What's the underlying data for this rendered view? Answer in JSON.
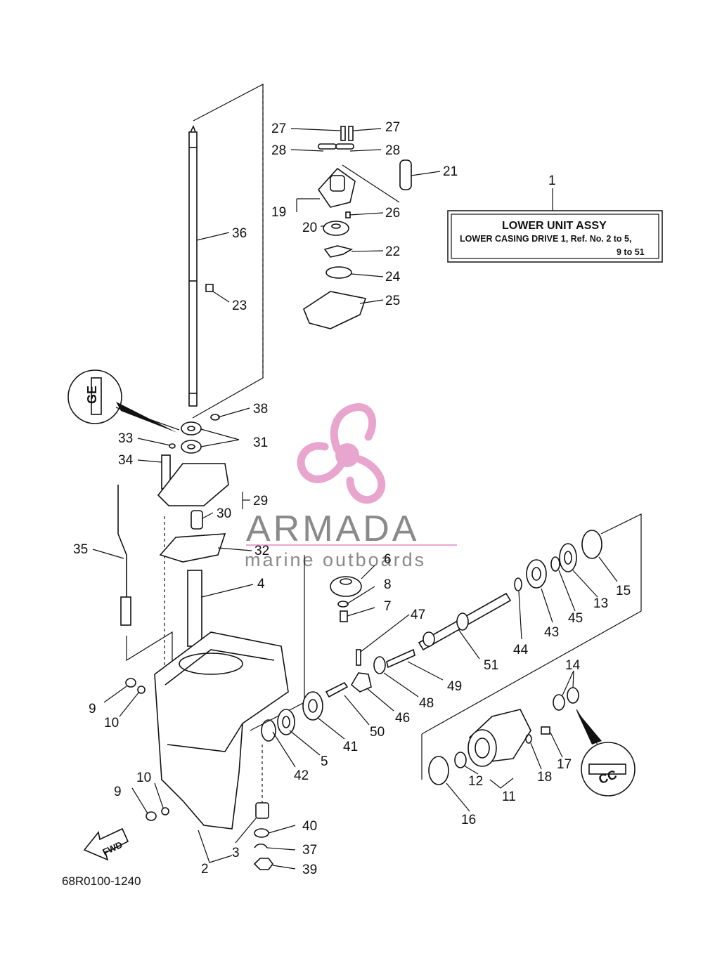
{
  "labels": {
    "p1": "1",
    "p2": "2",
    "p3": "3",
    "p4": "4",
    "p5": "5",
    "p6": "6",
    "p7": "7",
    "p8": "8",
    "p9a": "9",
    "p9b": "9",
    "p10a": "10",
    "p10b": "10",
    "p11": "11",
    "p12": "12",
    "p13": "13",
    "p14": "14",
    "p15": "15",
    "p16": "16",
    "p17": "17",
    "p18": "18",
    "p19": "19",
    "p20": "20",
    "p21": "21",
    "p22": "22",
    "p23": "23",
    "p24": "24",
    "p25": "25",
    "p26": "26",
    "p27a": "27",
    "p27b": "27",
    "p28a": "28",
    "p28b": "28",
    "p29": "29",
    "p30": "30",
    "p31": "31",
    "p32": "32",
    "p33": "33",
    "p34": "34",
    "p35": "35",
    "p36": "36",
    "p37": "37",
    "p38": "38",
    "p39": "39",
    "p40": "40",
    "p41": "41",
    "p42": "42",
    "p43": "43",
    "p44": "44",
    "p45": "45",
    "p46": "46",
    "p47": "47",
    "p48": "48",
    "p49": "49",
    "p50": "50",
    "p51": "51"
  },
  "legend_box": {
    "number": "1",
    "title": "LOWER UNIT ASSY",
    "line1": "LOWER CASING DRIVE 1,  Ref. No. 2 to 5,",
    "line2": "9 to 51"
  },
  "watermark": {
    "brand": "ARMADA",
    "tagline": "marine outboards",
    "logo_color": "#e8a6cf",
    "text_color": "#8a8a8a"
  },
  "fwd_label": "FWD",
  "diagram_code": "68R0100-1240",
  "grease_mark_top": "GE",
  "grease_mark_right": "CC"
}
